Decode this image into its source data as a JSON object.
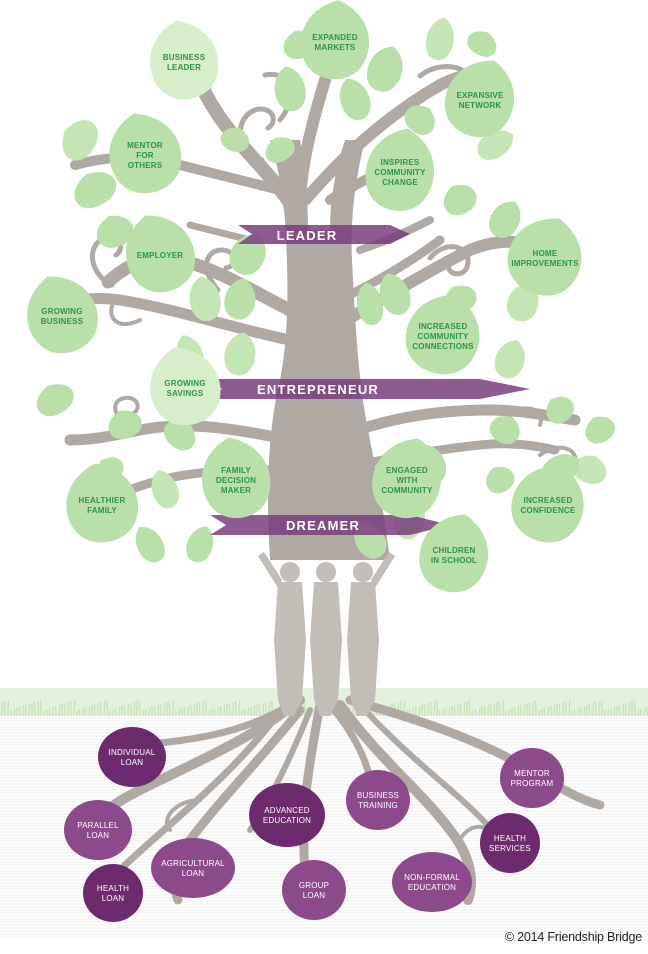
{
  "colors": {
    "trunk": "#b0a8a3",
    "trunk_light": "#c3bdb8",
    "leaf": "#b8e0a8",
    "leaf_light": "#d7eecb",
    "leaf_text": "#2e9545",
    "band": "#7a3d7e",
    "root_dark": "#6e2a6e",
    "root_mid": "#8c4a8c",
    "grass": "#d8eccd"
  },
  "stages": {
    "leader": "LEADER",
    "entrepreneur": "ENTREPRENEUR",
    "dreamer": "DREAMER"
  },
  "leaves": {
    "business_leader": [
      "BUSINESS",
      "LEADER"
    ],
    "expanded_markets": [
      "EXPANDED",
      "MARKETS"
    ],
    "expansive_network": [
      "EXPANSIVE",
      "NETWORK"
    ],
    "mentor_for_others": [
      "MENTOR",
      "FOR",
      "OTHERS"
    ],
    "inspires_community_change": [
      "INSPIRES",
      "COMMUNITY",
      "CHANGE"
    ],
    "employer": [
      "EMPLOYER"
    ],
    "home_improvements": [
      "HOME",
      "IMPROVEMENTS"
    ],
    "growing_business": [
      "GROWING",
      "BUSINESS"
    ],
    "increased_community_connections": [
      "INCREASED",
      "COMMUNITY",
      "CONNECTIONS"
    ],
    "growing_savings": [
      "GROWING",
      "SAVINGS"
    ],
    "family_decision_maker": [
      "FAMILY",
      "DECISION",
      "MAKER"
    ],
    "engaged_with_community": [
      "ENGAGED",
      "WITH",
      "COMMUNITY"
    ],
    "healthier_family": [
      "HEALTHIER",
      "FAMILY"
    ],
    "increased_confidence": [
      "INCREASED",
      "CONFIDENCE"
    ],
    "children_in_school": [
      "CHILDREN",
      "IN SCHOOL"
    ]
  },
  "roots": {
    "individual_loan": [
      "INDIVIDUAL",
      "LOAN"
    ],
    "mentor_program": [
      "MENTOR",
      "PROGRAM"
    ],
    "advanced_education": [
      "ADVANCED",
      "EDUCATION"
    ],
    "business_training": [
      "BUSINESS",
      "TRAINING"
    ],
    "parallel_loan": [
      "PARALLEL",
      "LOAN"
    ],
    "health_services": [
      "HEALTH",
      "SERVICES"
    ],
    "agricultural_loan": [
      "AGRICULTURAL",
      "LOAN"
    ],
    "health_loan": [
      "HEALTH",
      "LOAN"
    ],
    "group_loan": [
      "GROUP",
      "LOAN"
    ],
    "non_formal_education": [
      "NON-FORMAL",
      "EDUCATION"
    ]
  },
  "copyright": "© 2014 Friendship Bridge"
}
